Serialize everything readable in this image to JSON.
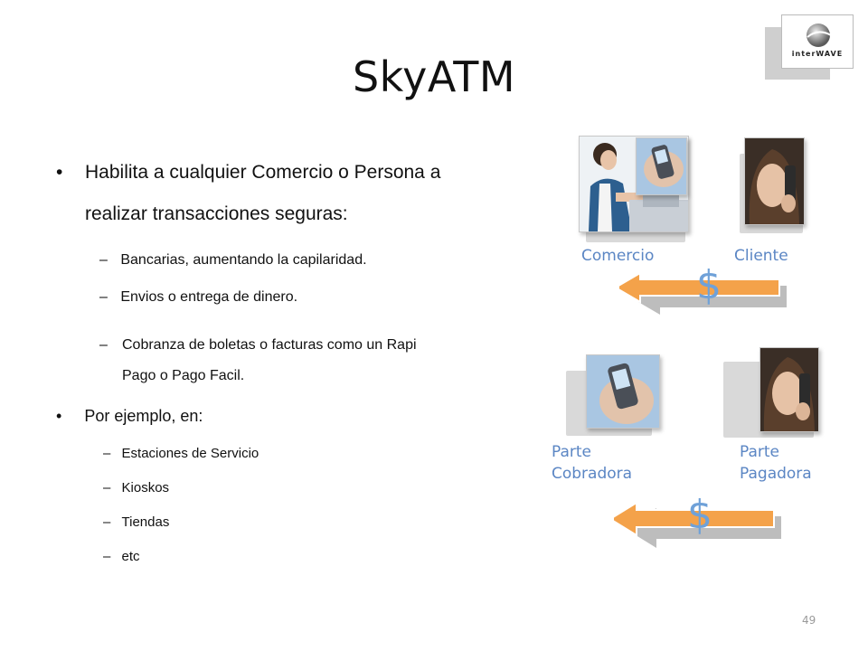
{
  "slide": {
    "title": "SkyATM",
    "page_number": "49",
    "logo_text": "interWAVE"
  },
  "bullets": {
    "main1_line1": "Habilita a cualquier  Comercio o Persona a",
    "main1_line2": "realizar transacciones seguras:",
    "sub1": "Bancarias, aumentando la capilaridad.",
    "sub2": "Envios o entrega de dinero.",
    "sub3_line1": "Cobranza de boletas o facturas como un Rapi",
    "sub3_line2": "Pago o Pago Facil.",
    "main2": "Por ejemplo, en:",
    "ex1": "Estaciones de Servicio",
    "ex2": "Kioskos",
    "ex3": "Tiendas",
    "ex4": "etc"
  },
  "diagram": {
    "top": {
      "left_label": "Comercio",
      "right_label": "Cliente",
      "symbol": "$"
    },
    "bottom": {
      "left_label_1": "Parte",
      "left_label_2": "Cobradora",
      "right_label_1": "Parte",
      "right_label_2": "Pagadora",
      "symbol": "$"
    }
  },
  "colors": {
    "label_blue": "#5b86c4",
    "arrow_orange": "#f4a24a",
    "symbol_blue": "#6fa1d8"
  },
  "icons": [
    "dot-bullet-icon",
    "dash-bullet-icon",
    "arrow-left-icon",
    "phone-icon",
    "woman-photo-icon",
    "cashier-photo-icon",
    "interwave-logo-icon"
  ]
}
